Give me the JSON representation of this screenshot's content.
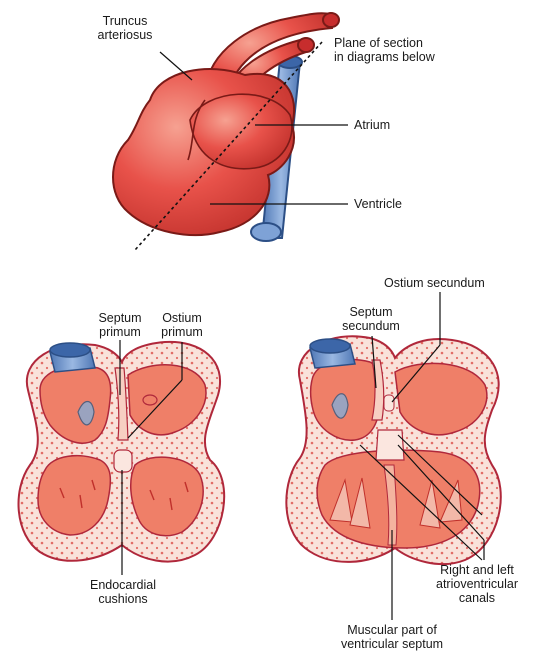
{
  "labels": {
    "truncus_arteriosus": [
      "Truncus",
      "arteriosus"
    ],
    "plane_of_section": [
      "Plane of section",
      "in diagrams below"
    ],
    "atrium": "Atrium",
    "ventricle": "Ventricle",
    "septum_primum": [
      "Septum",
      "primum"
    ],
    "ostium_primum": [
      "Ostium",
      "primum"
    ],
    "endocardial_cushions": [
      "Endocardial",
      "cushions"
    ],
    "ostium_secundum": "Ostium secundum",
    "septum_secundum": [
      "Septum",
      "secundum"
    ],
    "right_left_av_canals": [
      "Right and left",
      "atrioventricular",
      "canals"
    ],
    "muscular_part_ventricular_septum": [
      "Muscular part of",
      "ventricular septum"
    ]
  },
  "colors": {
    "heart_red": "#e8524a",
    "heart_dark": "#c8302c",
    "chamber_light": "#f4a58a",
    "wall_pink": "#f7d9d0",
    "vein_blue": "#6f95c9",
    "valve_gray": "#9aa3bf"
  }
}
